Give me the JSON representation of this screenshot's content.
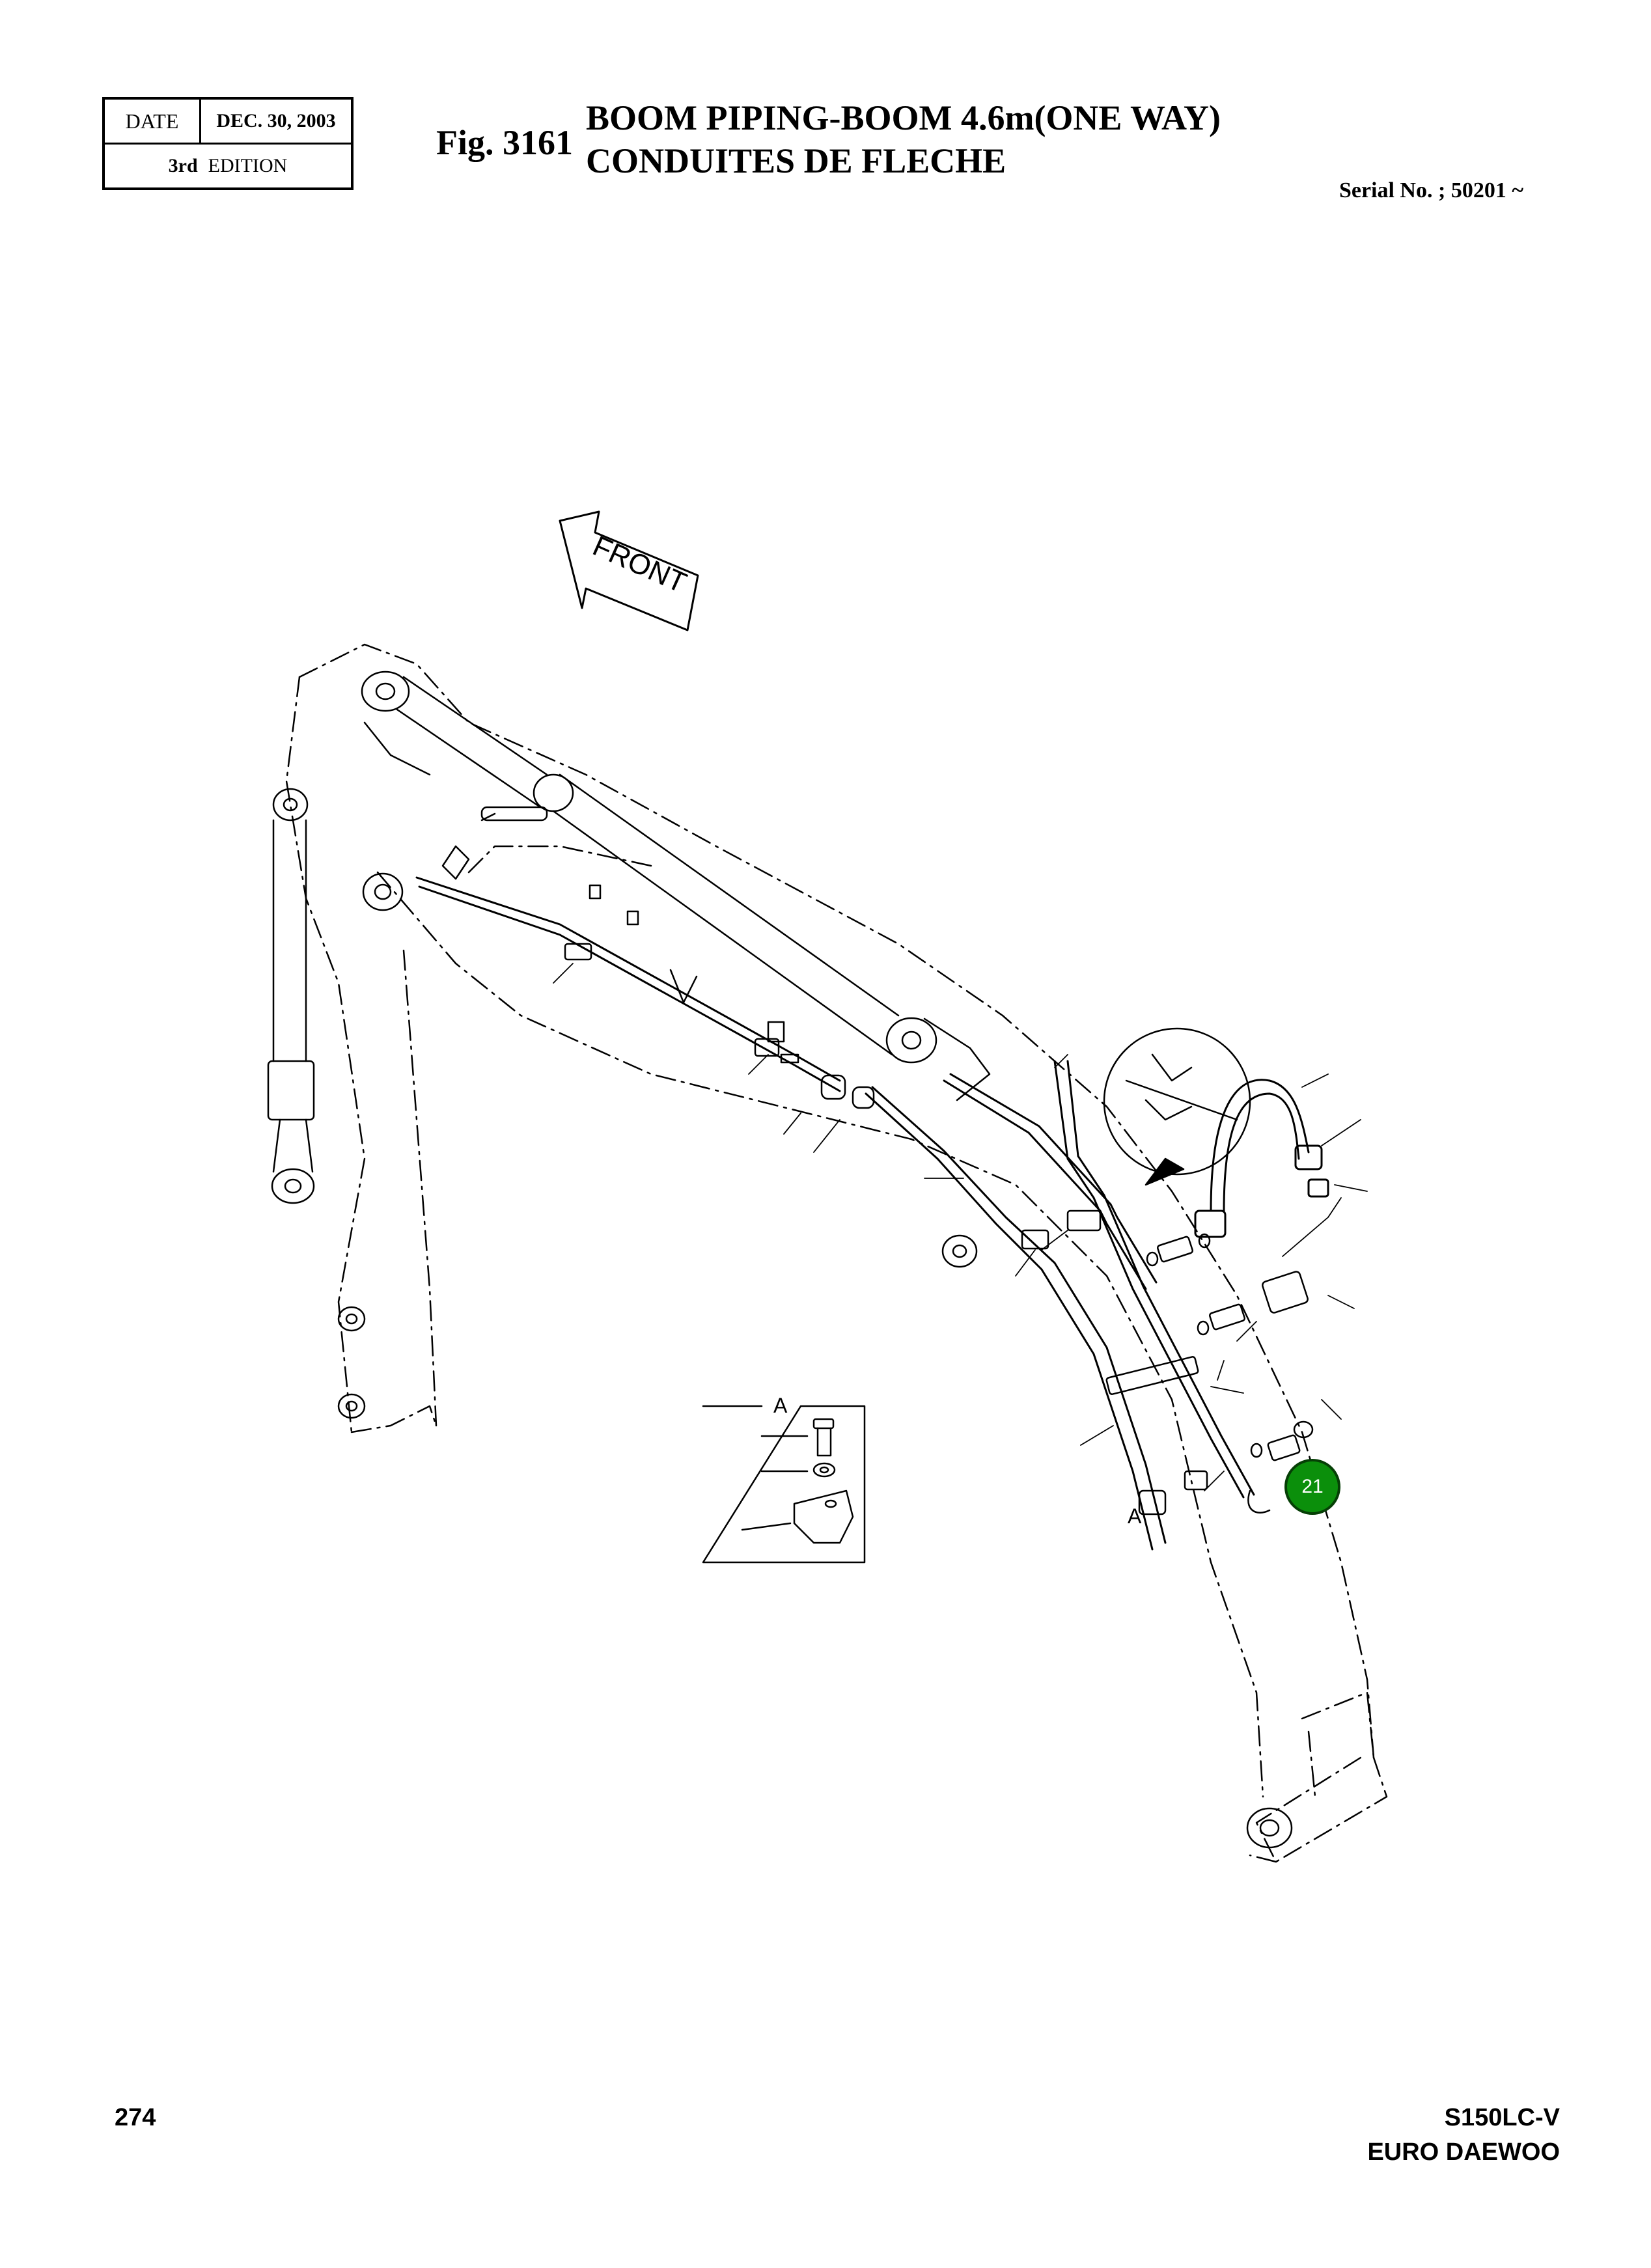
{
  "header": {
    "date_label": "DATE",
    "date_value": "DEC. 30, 2003",
    "edition_number": "3rd",
    "edition_label": "EDITION",
    "figure_number": "Fig. 3161",
    "title_line1": "BOOM PIPING-BOOM 4.6m(ONE WAY)",
    "title_line2": "CONDUITES DE FLECHE",
    "serial": "Serial No. ; 50201 ~"
  },
  "diagram": {
    "direction_label": "FRONT",
    "detail_label": "A",
    "detail_ref_label": "A",
    "callout_number": "21",
    "callout_color": "#0b8f0b"
  },
  "footer": {
    "page_number": "274",
    "model": "S150LC-V",
    "manufacturer": "EURO DAEWOO"
  }
}
